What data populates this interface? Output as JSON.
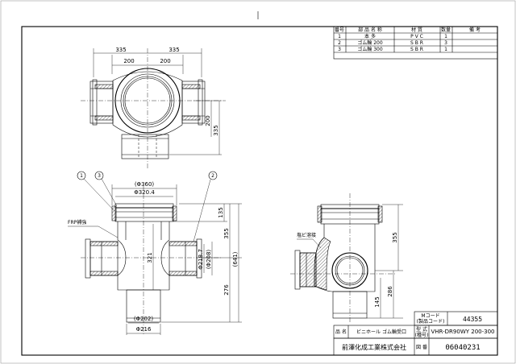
{
  "parts_table": {
    "headers": [
      "番号",
      "部 品 名 称",
      "材 質",
      "数量",
      "備 考"
    ],
    "rows": [
      [
        "1",
        "本 多",
        "P V C",
        "1",
        ""
      ],
      [
        "2",
        "ゴム輪 200",
        "S B R",
        "3",
        ""
      ],
      [
        "3",
        "ゴム輪 300",
        "S B R",
        "1",
        ""
      ]
    ]
  },
  "top_view": {
    "dims": [
      "335",
      "335",
      "200",
      "200",
      "200",
      "335"
    ]
  },
  "front_view": {
    "callouts": [
      "1",
      "3",
      "2"
    ],
    "frp_label": "FRP補強",
    "dims": [
      "(Φ360)",
      "Φ320.4",
      "321",
      "Φ218.7",
      "(Φ208)",
      "135",
      "355",
      "(641)",
      "276",
      "(Φ202)",
      "Φ216"
    ]
  },
  "side_view": {
    "label": "塩ビ溶接",
    "dims": [
      "355",
      "145",
      "286"
    ]
  },
  "title_block": {
    "mcode_label": "Mコード",
    "mcode_sub": "(製品コード)",
    "mcode_value": "44355",
    "name_label": "品 名",
    "name_value": "ビニホール ゴム輪受口",
    "model_label": "型 式",
    "model_sub": "(種号)",
    "model_value": "VHR-DR90WY 200-300",
    "company": "前澤化成工業株式会社",
    "drawing_no_label": "図 番",
    "drawing_no_value": "06040231"
  }
}
